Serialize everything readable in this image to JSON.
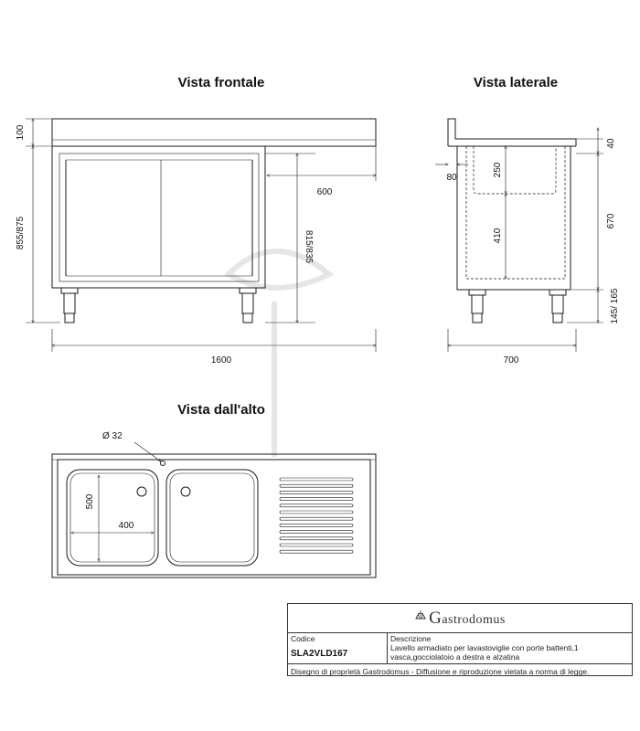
{
  "views": {
    "front_title": "Vista frontale",
    "side_title": "Vista laterale",
    "top_title": "Vista dall'alto"
  },
  "dims": {
    "front_top": "100",
    "front_height": "855/875",
    "front_opening": "815/835",
    "front_drawer_width": "600",
    "front_width": "1600",
    "side_top": "40",
    "side_bowl_depth": "250",
    "side_back": "80",
    "side_inner": "410",
    "side_body": "670",
    "side_feet": "145/ 165",
    "side_depth": "700",
    "top_hole": "Ø 32",
    "top_bowl_depth": "500",
    "top_bowl_width": "400"
  },
  "titleblock": {
    "brand": "Gastrodomus",
    "code_label": "Codice",
    "code_value": "SLA2VLD167",
    "desc_label": "Descrizione",
    "desc_value": "Lavello armadiato per lavastoviglie con porte battenti,1 vasca,gocciolatoio a destra e alzatina",
    "footer": "Disegno di proprietà Gastrodomus - Diffusione e riproduzione vietata a norma di legge."
  },
  "colors": {
    "line": "#1a1a1a",
    "watermark": "#e6e6e6"
  }
}
